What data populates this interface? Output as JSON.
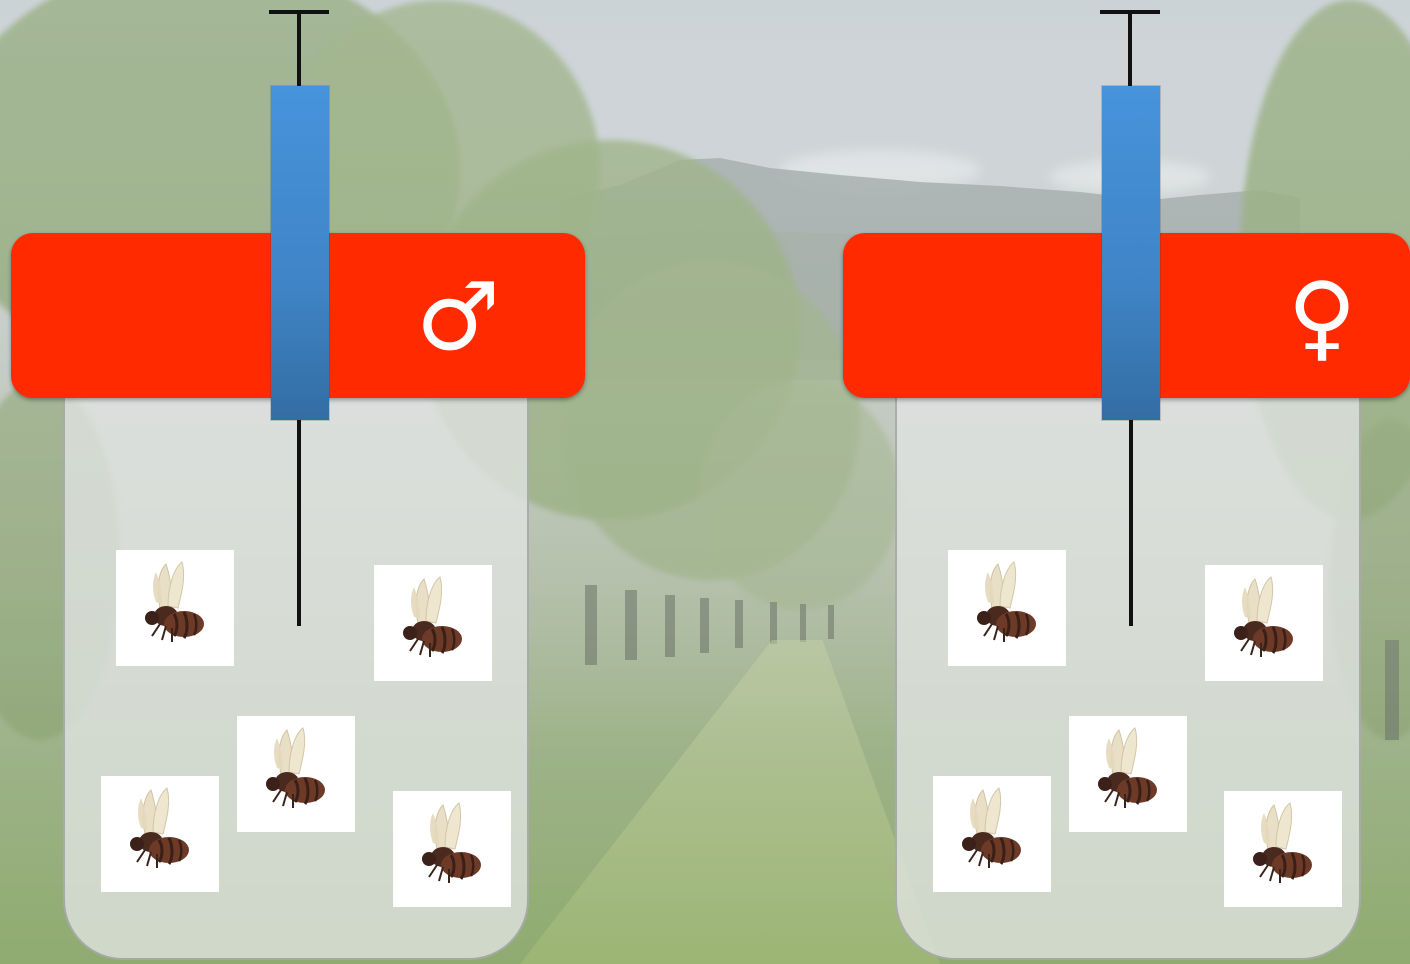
{
  "jars": [
    {
      "id": "male",
      "sex_label": "male",
      "symbol": "♂",
      "bee_count": 5
    },
    {
      "id": "female",
      "sex_label": "female",
      "symbol": "♀",
      "bee_count": 5
    }
  ],
  "colors": {
    "lid": "#ff2a00",
    "probe_barrel": "#4189d0",
    "probe_line": "#111111",
    "jar_body": "#e1e4e3",
    "background_foliage": "#8fa874"
  },
  "icons": {
    "bee": "bee-icon",
    "male_symbol": "male-symbol-icon",
    "female_symbol": "female-symbol-icon"
  }
}
